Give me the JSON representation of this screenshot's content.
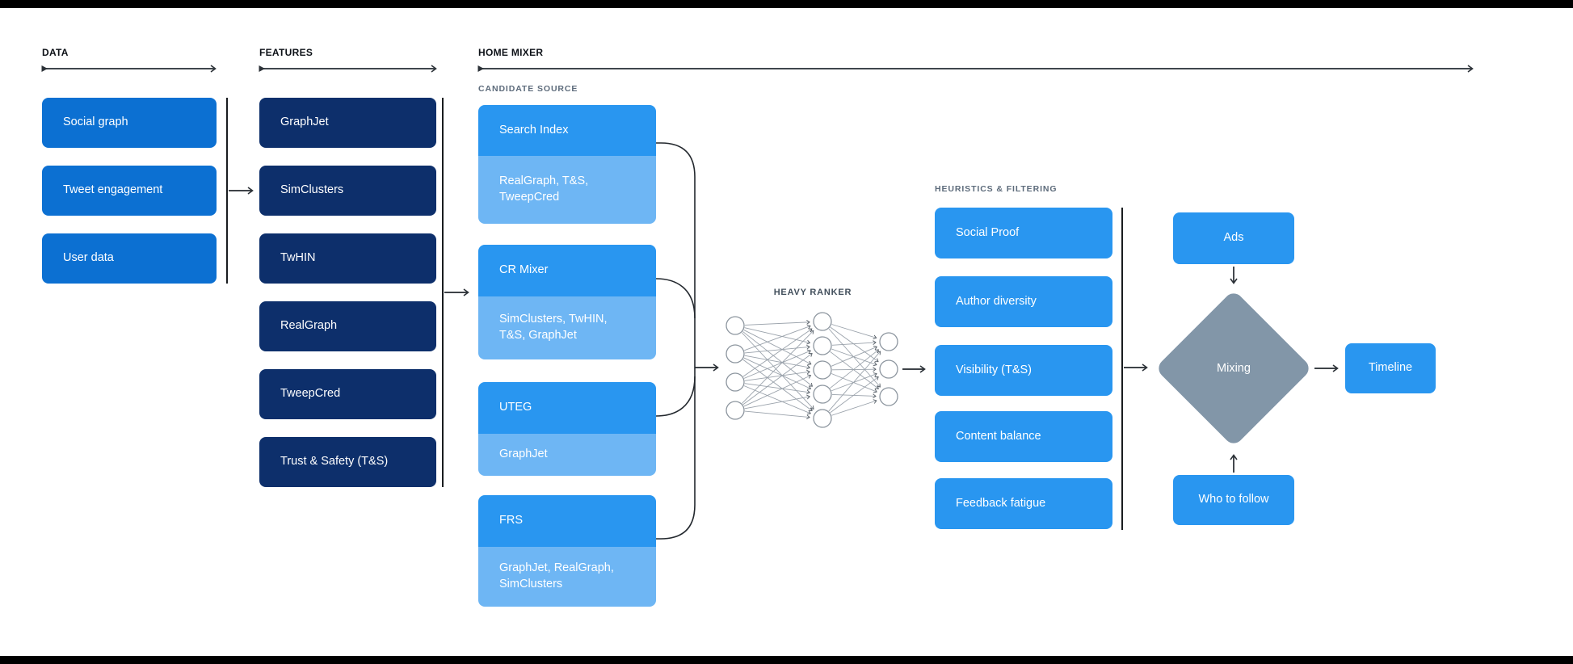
{
  "headers": {
    "data": "DATA",
    "features": "FEATURES",
    "home_mixer": "HOME MIXER"
  },
  "data_sources": {
    "items": [
      "Social graph",
      "Tweet engagement",
      "User data"
    ]
  },
  "features": {
    "items": [
      "GraphJet",
      "SimClusters",
      "TwHIN",
      "RealGraph",
      "TweepCred",
      "Trust & Safety (T&S)"
    ]
  },
  "candidate_source": {
    "label": "CANDIDATE SOURCE",
    "groups": [
      {
        "name": "Search Index",
        "inputs": "RealGraph, T&S, TweepCred"
      },
      {
        "name": "CR Mixer",
        "inputs": "SimClusters, TwHIN, T&S, GraphJet"
      },
      {
        "name": "UTEG",
        "inputs": "GraphJet"
      },
      {
        "name": "FRS",
        "inputs": "GraphJet, RealGraph, SimClusters"
      }
    ]
  },
  "heavy_ranker": {
    "label": "HEAVY RANKER",
    "layers": [
      4,
      5,
      3
    ]
  },
  "heuristics": {
    "label": "HEURISTICS & FILTERING",
    "items": [
      "Social Proof",
      "Author diversity",
      "Visibility (T&S)",
      "Content balance",
      "Feedback fatigue"
    ]
  },
  "mixing_stage": {
    "ads": "Ads",
    "mixing": "Mixing",
    "who_to_follow": "Who to follow",
    "timeline": "Timeline"
  },
  "colors": {
    "data_box": "#0c70d2",
    "feature_box": "#0d2f6b",
    "candidate_main": "#2996f0",
    "candidate_sub": "#6eb6f4",
    "diamond": "#8296a8",
    "label_gray": "#5d6b7b"
  }
}
